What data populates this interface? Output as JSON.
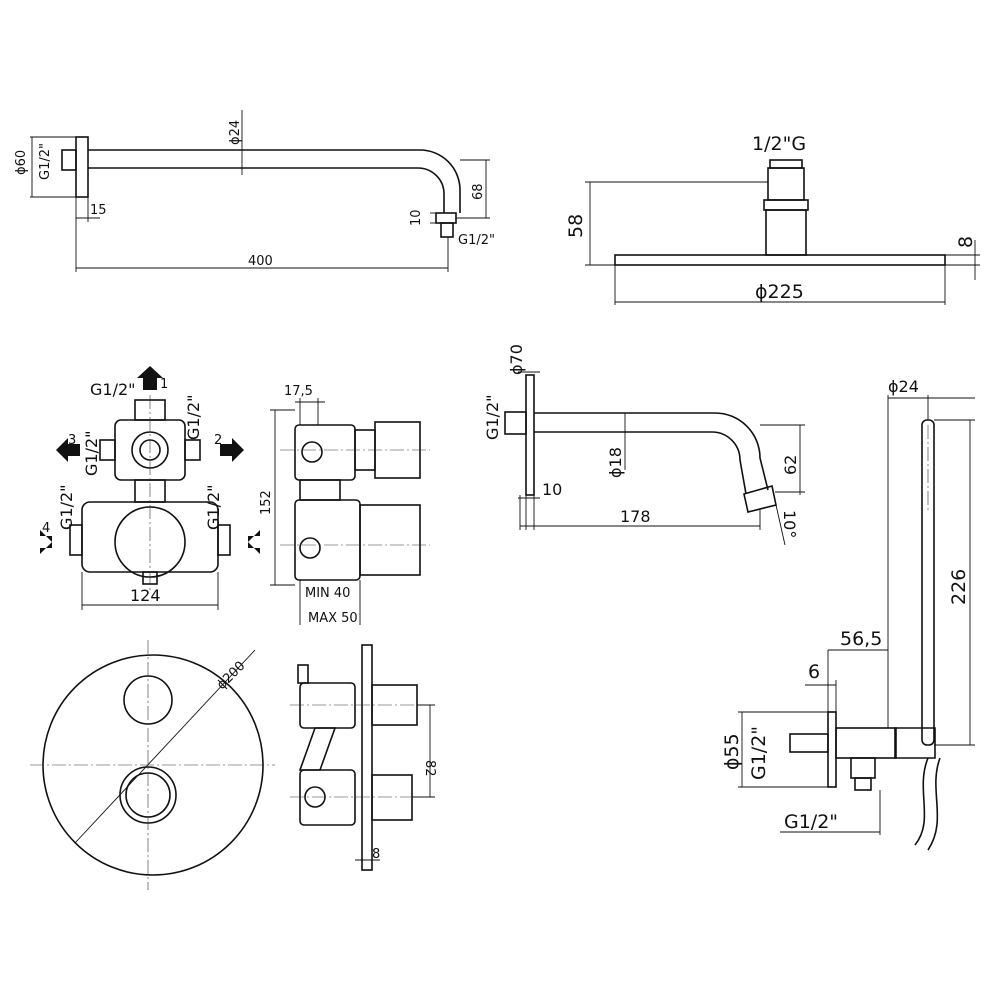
{
  "title": "Shower set technical drawing",
  "shower_arm": {
    "flange_dia": "ϕ60",
    "thread_in": "G1/2\"",
    "tube_dia": "ϕ24",
    "flange_depth": "15",
    "length": "400",
    "drop": "68",
    "outlet_len": "10",
    "thread_out": "G1/2\""
  },
  "shower_head": {
    "thread": "1/2\"G",
    "height": "58",
    "thickness": "8",
    "diameter": "ϕ225"
  },
  "valve_front": {
    "top_thread": "G1/2\"",
    "upper_left_thread": "G1/2\"",
    "upper_right_thread": "G1/2\"",
    "lower_left_thread": "G1/2\"",
    "lower_right_thread": "G1/2\"",
    "width": "124",
    "port_labels": [
      "1",
      "2",
      "3",
      "4"
    ]
  },
  "valve_side": {
    "offset": "17,5",
    "height": "152",
    "min_depth": "MIN 40",
    "max_depth": "MAX 50"
  },
  "spout": {
    "flange_dia": "ϕ70",
    "thread": "G1/2\"",
    "tube_dia": "ϕ18",
    "flange_depth": "10",
    "length": "178",
    "drop": "62",
    "angle": "10°"
  },
  "hand_shower": {
    "dia": "ϕ24",
    "length": "226",
    "projection": "56,5",
    "plate_depth": "6",
    "plate_dia": "ϕ55",
    "thread_in": "G1/2\"",
    "thread_out": "G1/2\""
  },
  "trim_plate": {
    "diameter": "ϕ200",
    "spacing": "82",
    "thickness": "8"
  }
}
